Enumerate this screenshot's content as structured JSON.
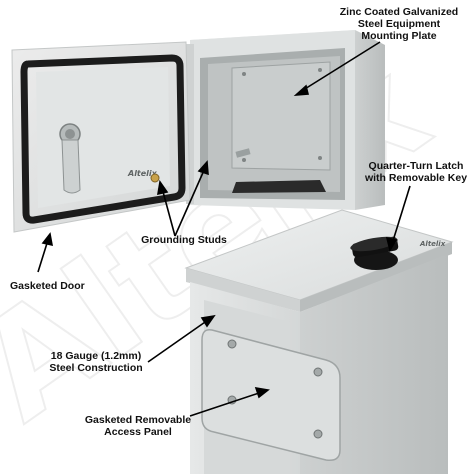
{
  "brand": {
    "watermark": "Altelix",
    "door_badge": "Altelix",
    "lid_badge": "Altelix"
  },
  "callouts": {
    "mounting_plate": [
      "Zinc Coated Galvanized",
      "Steel Equipment",
      "Mounting Plate"
    ],
    "latch": [
      "Quarter-Turn Latch",
      "with Removable Key"
    ],
    "grounding": [
      "Grounding Studs"
    ],
    "door": [
      "Gasketed Door"
    ],
    "steel": [
      "18 Gauge (1.2mm)",
      "Steel Construction"
    ],
    "panel": [
      "Gasketed Removable",
      "Access Panel"
    ]
  },
  "colors": {
    "enclosure": "#e4e6e6",
    "enclosure_shade": "#c9cccc",
    "gasket": "#1c1c1c",
    "interior": "#b7bbbb",
    "knob": "#111111"
  }
}
